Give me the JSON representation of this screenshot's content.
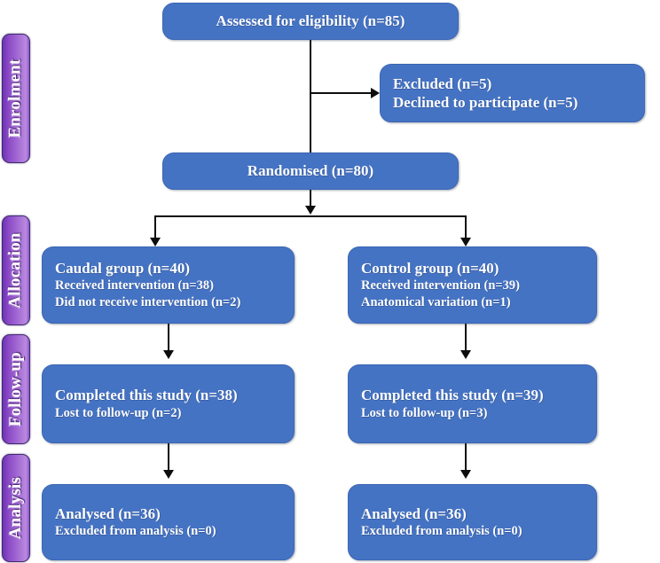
{
  "diagram": {
    "type": "consort-flow-diagram",
    "colors": {
      "box_fill": "#4573C4",
      "box_text": "#FFFFFF",
      "stage_tab_gradient_from": "#6F32B4",
      "stage_tab_gradient_to": "#B98AE0",
      "connector": "#0D0D0D",
      "background": "#FFFFFF"
    },
    "stages": [
      {
        "id": "enrolment",
        "label": "Enrolment"
      },
      {
        "id": "allocation",
        "label": "Allocation"
      },
      {
        "id": "followup",
        "label": "Follow-up"
      },
      {
        "id": "analysis",
        "label": "Analysis"
      }
    ],
    "nodes": {
      "assessed": {
        "id": "assessed-for-eligibility",
        "stage": "enrolment",
        "lines": [
          {
            "text": "Assessed for eligibility (n=85)",
            "emphasis": "title"
          }
        ],
        "n": 85
      },
      "excluded": {
        "id": "excluded",
        "stage": "enrolment",
        "lines": [
          {
            "text": "Excluded (n=5)",
            "emphasis": "title"
          },
          {
            "text": "Declined to participate (n=5)",
            "emphasis": "title"
          }
        ],
        "n": 5
      },
      "randomised": {
        "id": "randomised",
        "stage": "enrolment",
        "lines": [
          {
            "text": "Randomised (n=80)",
            "emphasis": "title"
          }
        ],
        "n": 80
      },
      "caudal_alloc": {
        "id": "caudal-group-allocation",
        "stage": "allocation",
        "lines": [
          {
            "text": "Caudal group (n=40)",
            "emphasis": "title"
          },
          {
            "text": "Received intervention (n=38)",
            "emphasis": "sub"
          },
          {
            "text": "Did not receive intervention (n=2)",
            "emphasis": "sub"
          }
        ],
        "n": 40
      },
      "control_alloc": {
        "id": "control-group-allocation",
        "stage": "allocation",
        "lines": [
          {
            "text": "Control group (n=40)",
            "emphasis": "title"
          },
          {
            "text": "Received intervention (n=39)",
            "emphasis": "sub"
          },
          {
            "text": "Anatomical variation (n=1)",
            "emphasis": "sub"
          }
        ],
        "n": 40
      },
      "caudal_followup": {
        "id": "caudal-group-followup",
        "stage": "followup",
        "lines": [
          {
            "text": "Completed this study (n=38)",
            "emphasis": "title"
          },
          {
            "text": "Lost to follow-up (n=2)",
            "emphasis": "sub"
          }
        ],
        "n": 38
      },
      "control_followup": {
        "id": "control-group-followup",
        "stage": "followup",
        "lines": [
          {
            "text": "Completed this study (n=39)",
            "emphasis": "title"
          },
          {
            "text": "Lost to follow-up (n=3)",
            "emphasis": "sub"
          }
        ],
        "n": 39
      },
      "caudal_analysis": {
        "id": "caudal-group-analysis",
        "stage": "analysis",
        "lines": [
          {
            "text": "Analysed (n=36)",
            "emphasis": "title"
          },
          {
            "text": "Excluded from analysis (n=0)",
            "emphasis": "sub"
          }
        ],
        "n": 36
      },
      "control_analysis": {
        "id": "control-group-analysis",
        "stage": "analysis",
        "lines": [
          {
            "text": "Analysed (n=36)",
            "emphasis": "title"
          },
          {
            "text": "Excluded from analysis (n=0)",
            "emphasis": "sub"
          }
        ],
        "n": 36
      }
    }
  }
}
